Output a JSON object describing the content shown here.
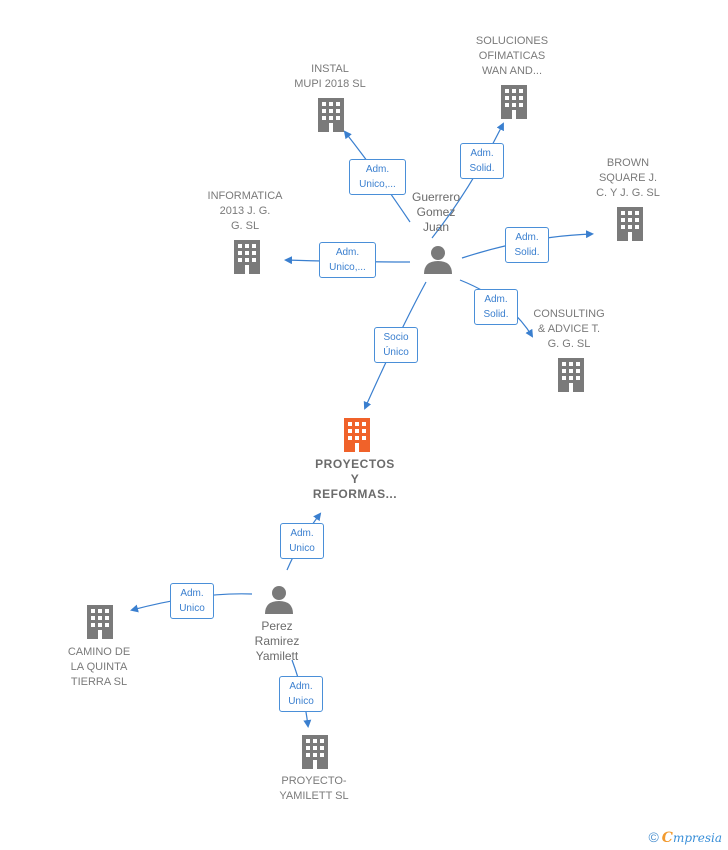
{
  "colors": {
    "company": "#7a7a7a",
    "main_company": "#f0622a",
    "edge": "#3a7fcf",
    "person": "#7a7a7a"
  },
  "persons": {
    "guerrero": "Guerrero\nGomez\nJuan",
    "perez": "Perez\nRamirez\nYamilett"
  },
  "companies": {
    "instal": "INSTAL\nMUPI 2018  SL",
    "soluciones": "SOLUCIONES\nOFIMATICAS\nWAN AND...",
    "brown": "BROWN\nSQUARE J.\nC. Y J. G.  SL",
    "informatica": "INFORMATICA\n2013 J.  G.\nG.  SL",
    "consulting": "CONSULTING\n& ADVICE T.\nG. G.  SL",
    "proyectos": "PROYECTOS\nY\nREFORMAS...",
    "camino": "CAMINO DE\nLA QUINTA\nTIERRA  SL",
    "yamilett": "PROYECTO-\nYAMILETT  SL"
  },
  "relations": {
    "instal": "Adm.\nUnico,...",
    "soluciones": "Adm.\nSolid.",
    "brown": "Adm.\nSolid.",
    "informatica": "Adm.\nUnico,...",
    "consulting": "Adm.\nSolid.",
    "socio": "Socio\nÚnico",
    "perez_proyectos": "Adm.\nUnico",
    "camino": "Adm.\nUnico",
    "yamilett": "Adm.\nUnico"
  },
  "footer": {
    "copyright": "©",
    "brand_first": "C",
    "brand_rest": "mpresia"
  }
}
